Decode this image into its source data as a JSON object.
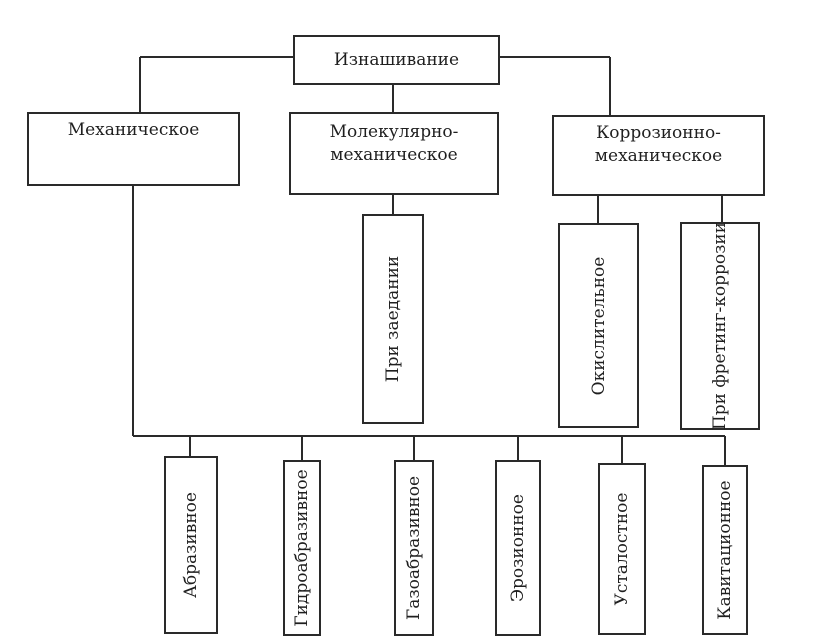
{
  "root": {
    "label": "Изнашивание"
  },
  "categories": [
    {
      "label": "Механическое"
    },
    {
      "label_line1": "Молекулярно-",
      "label_line2": "механическое"
    },
    {
      "label_line1": "Коррозионно-",
      "label_line2": "механическое"
    }
  ],
  "molecular_children": [
    {
      "label": "При заедании"
    }
  ],
  "corrosion_children": [
    {
      "label": "Окислительное"
    },
    {
      "label": "При фретинг-коррозии"
    }
  ],
  "mechanical_children": [
    {
      "label": "Абразивное"
    },
    {
      "label": "Гидроабразивное"
    },
    {
      "label": "Газоабразивное"
    },
    {
      "label": "Эрозионное"
    },
    {
      "label": "Усталостное"
    },
    {
      "label": "Кавитационное"
    }
  ]
}
